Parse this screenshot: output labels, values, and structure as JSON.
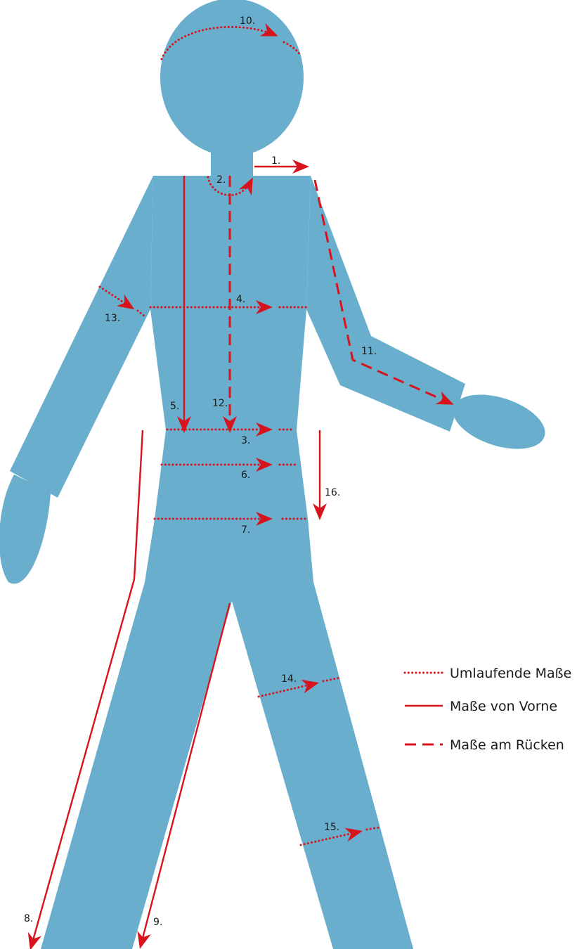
{
  "colors": {
    "figure": "#6aaecd",
    "measure": "#d7141e",
    "text": "#1a1a1a"
  },
  "measurements": [
    {
      "id": "m1",
      "label": "1.",
      "style": "solid"
    },
    {
      "id": "m2",
      "label": "2.",
      "style": "dotted"
    },
    {
      "id": "m3",
      "label": "3.",
      "style": "dotted"
    },
    {
      "id": "m4",
      "label": "4.",
      "style": "dotted"
    },
    {
      "id": "m5",
      "label": "5.",
      "style": "solid"
    },
    {
      "id": "m6",
      "label": "6.",
      "style": "dotted"
    },
    {
      "id": "m7",
      "label": "7.",
      "style": "dotted"
    },
    {
      "id": "m8",
      "label": "8.",
      "style": "solid"
    },
    {
      "id": "m9",
      "label": "9.",
      "style": "solid"
    },
    {
      "id": "m10",
      "label": "10.",
      "style": "dotted"
    },
    {
      "id": "m11",
      "label": "11.",
      "style": "dashed"
    },
    {
      "id": "m12",
      "label": "12.",
      "style": "dashed"
    },
    {
      "id": "m13",
      "label": "13.",
      "style": "dotted"
    },
    {
      "id": "m14",
      "label": "14.",
      "style": "dotted"
    },
    {
      "id": "m15",
      "label": "15.",
      "style": "dotted"
    },
    {
      "id": "m16",
      "label": "16.",
      "style": "solid"
    }
  ],
  "legend": [
    {
      "style": "dotted",
      "label": "Umlaufende Maße"
    },
    {
      "style": "solid",
      "label": "Maße von Vorne"
    },
    {
      "style": "dashed",
      "label": "Maße am Rücken"
    }
  ]
}
